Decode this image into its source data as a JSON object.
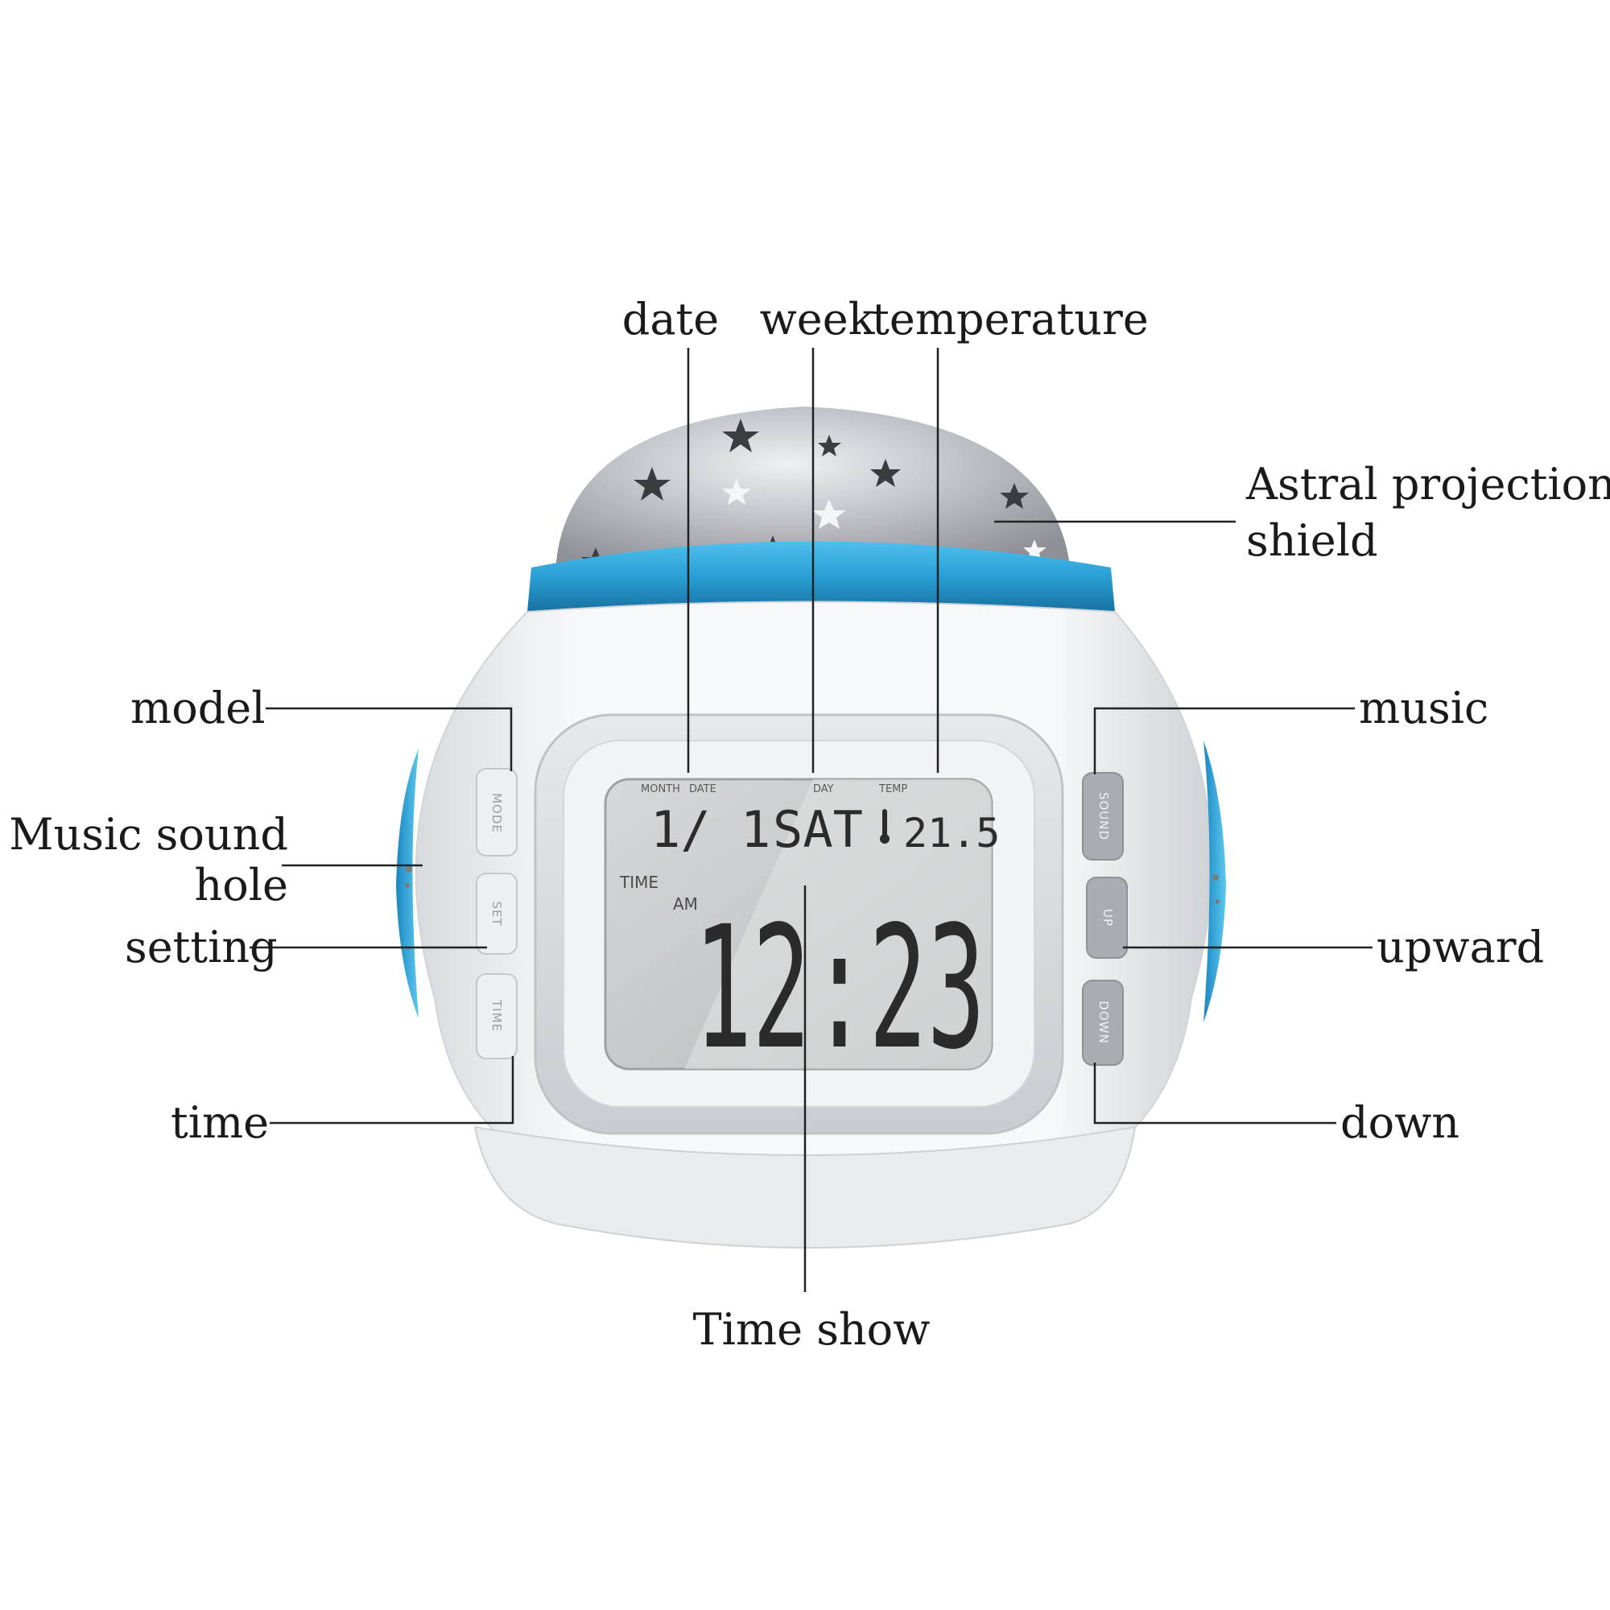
{
  "labels": {
    "date": "date",
    "week": "week",
    "temperature": "temperature",
    "astral_line1": "Astral projection",
    "astral_line2": "shield",
    "model": "model",
    "music_sound_line1": "Music sound",
    "music_sound_line2": "hole",
    "setting": "setting",
    "time": "time",
    "music": "music",
    "upward": "upward",
    "down": "down",
    "time_show": "Time show"
  },
  "display": {
    "month_label": "MONTH",
    "date_label": "DATE",
    "day_label": "DAY",
    "temp_label": "TEMP",
    "date_value": "1/ 1",
    "weekday_value": "SAT",
    "temp_value": "21.5",
    "time_label": "TIME",
    "am_label": "AM",
    "time_value": "12:23"
  },
  "buttons": {
    "left": [
      "MODE",
      "SET",
      "TIME"
    ],
    "right": [
      "SOUND",
      "UP",
      "DOWN"
    ]
  },
  "colors": {
    "accent_blue": "#2a9fd6",
    "dome_silver": "#b9bcc2",
    "body_white": "#f4f5f6",
    "lcd_grey": "#c9cacb"
  }
}
